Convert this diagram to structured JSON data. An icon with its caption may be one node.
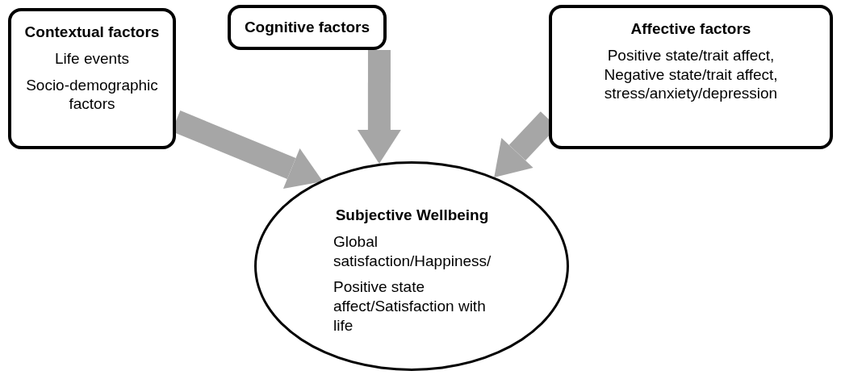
{
  "diagram": {
    "nodes": [
      {
        "text": [
          "Contextual factors",
          "Life events",
          "Socio-demographic factors"
        ]
      },
      {
        "text": [
          "Cognitive factors"
        ]
      },
      {
        "text": [
          "Affective factors",
          "Positive state/trait affect, Negative state/trait affect, stress/anxiety/depression"
        ]
      },
      {
        "text": [
          "Subjective Wellbeing",
          "Global satisfaction/Happiness/",
          "Positive state affect/Satisfaction with life"
        ]
      }
    ],
    "edges": [
      {
        "from": 0,
        "to": 3,
        "arrow": "to"
      },
      {
        "from": 1,
        "to": 3,
        "arrow": "to"
      },
      {
        "from": 2,
        "to": 3,
        "arrow": "to"
      }
    ]
  }
}
